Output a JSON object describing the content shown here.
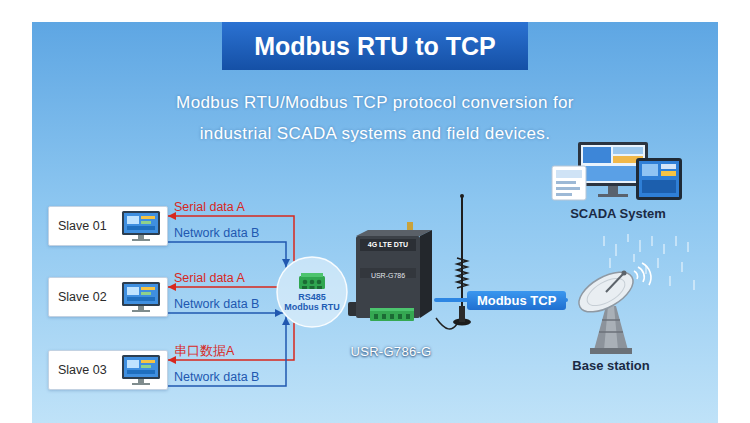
{
  "diagram": {
    "title": "Modbus RTU to TCP",
    "nodes": [
      {
        "text": [
          "Slave 01"
        ]
      },
      {
        "text": [
          "Slave 02"
        ]
      },
      {
        "text": [
          "Slave 03"
        ]
      },
      {
        "text": [
          "RS485 Modbus RTU"
        ]
      },
      {
        "text": [
          "4G LTE DTU",
          "USR-G786",
          "USR-G786-G"
        ]
      },
      {
        "text": [
          "SCADA System"
        ]
      },
      {
        "text": [
          "Base station"
        ]
      }
    ],
    "edges": [
      {
        "from": 3,
        "to": 0,
        "arrow": "to",
        "label": "Serial data A"
      },
      {
        "from": 0,
        "to": 3,
        "arrow": "to",
        "label": "Network data B"
      },
      {
        "from": 3,
        "to": 1,
        "arrow": "to",
        "label": "Serial data A"
      },
      {
        "from": 1,
        "to": 3,
        "arrow": "to",
        "label": "Network data B"
      },
      {
        "from": 3,
        "to": 2,
        "arrow": "to",
        "label": "串口数据A"
      },
      {
        "from": 2,
        "to": 3,
        "arrow": "to",
        "label": "Network data B"
      },
      {
        "from": 4,
        "to": 6,
        "arrow": "none",
        "label": "Modbus TCP"
      }
    ],
    "labels": [
      "Modbus RTU/Modbus TCP protocol conversion for industrial SCADA systems and field devices."
    ]
  }
}
